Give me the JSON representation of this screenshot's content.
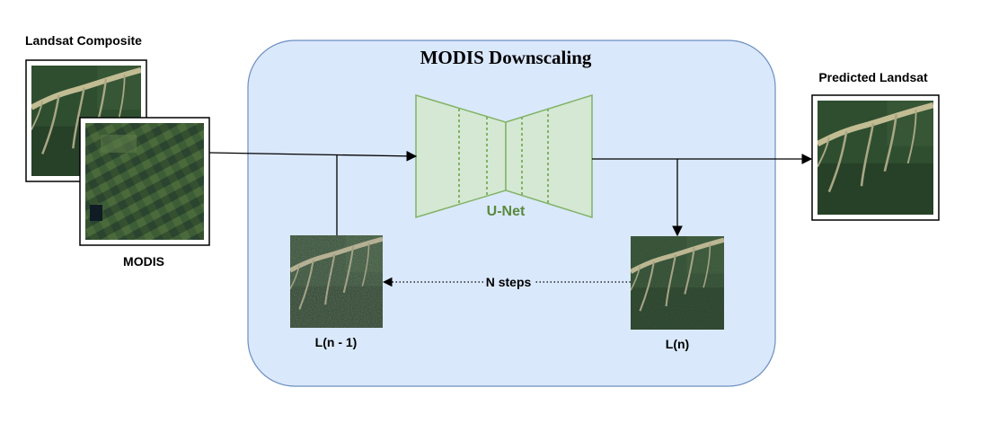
{
  "title": "MODIS Downscaling",
  "labels": {
    "landsat_composite": "Landsat Composite",
    "modis": "MODIS",
    "predicted_landsat": "Predicted Landsat",
    "unet": "U-Net",
    "l_n_minus_1": "L(n - 1)",
    "l_n": "L(n)",
    "n_steps": "N steps"
  },
  "colors": {
    "panel_fill": "#dae8fc",
    "panel_stroke": "#6c8ebf",
    "unet_fill": "#d5e8d4",
    "unet_stroke": "#82b366",
    "unet_text": "#5a8a3c",
    "forest": "#2b4a2c",
    "river": "#b9b48e"
  }
}
